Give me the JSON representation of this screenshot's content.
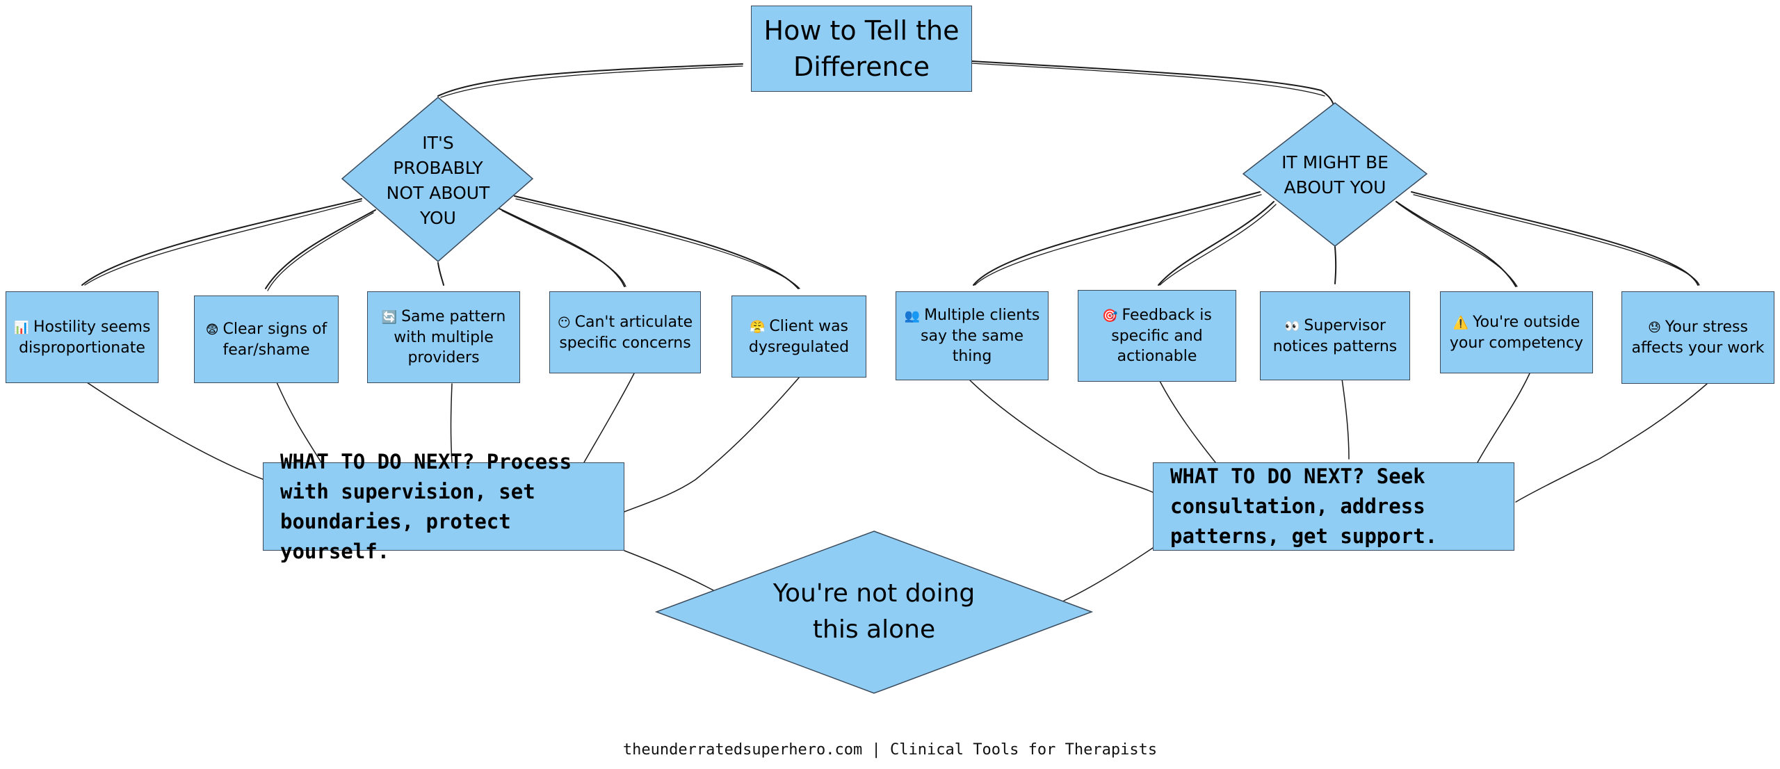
{
  "title": "How to Tell the Difference",
  "left_branch": {
    "label": "IT'S PROBABLY NOT ABOUT YOU",
    "items": [
      {
        "icon": "bar-chart-icon",
        "glyph": "📊",
        "text": "Hostility seems disproportionate"
      },
      {
        "icon": "fearful-face-icon",
        "glyph": "😨",
        "text": "Clear signs of fear/shame"
      },
      {
        "icon": "repeat-arrows-icon",
        "glyph": "🔄",
        "text": "Same pattern with multiple providers"
      },
      {
        "icon": "confused-icon",
        "glyph": "😶",
        "text": "Can't articulate specific concerns"
      },
      {
        "icon": "angry-face-icon",
        "glyph": "😤",
        "text": "Client was dysregulated"
      }
    ],
    "action": "WHAT TO DO NEXT? Process with supervision, set boundaries, protect yourself."
  },
  "right_branch": {
    "label": "IT MIGHT BE ABOUT YOU",
    "items": [
      {
        "icon": "people-icon",
        "glyph": "👥",
        "text": "Multiple clients say the same thing"
      },
      {
        "icon": "target-icon",
        "glyph": "🎯",
        "text": "Feedback is specific and actionable"
      },
      {
        "icon": "eyes-icon",
        "glyph": "👀",
        "text": "Supervisor notices patterns"
      },
      {
        "icon": "warning-icon",
        "glyph": "⚠️",
        "text": "You're outside your competency"
      },
      {
        "icon": "stressed-face-icon",
        "glyph": "😓",
        "text": "Your stress affects your work"
      }
    ],
    "action": "WHAT TO DO NEXT? Seek consultation, address patterns, get support."
  },
  "conclusion": "You're not doing this alone",
  "footer": "theunderratedsuperhero.com | Clinical Tools for Therapists",
  "colors": {
    "node_fill": "#90cdf4",
    "stroke": "#1a1a1a"
  }
}
